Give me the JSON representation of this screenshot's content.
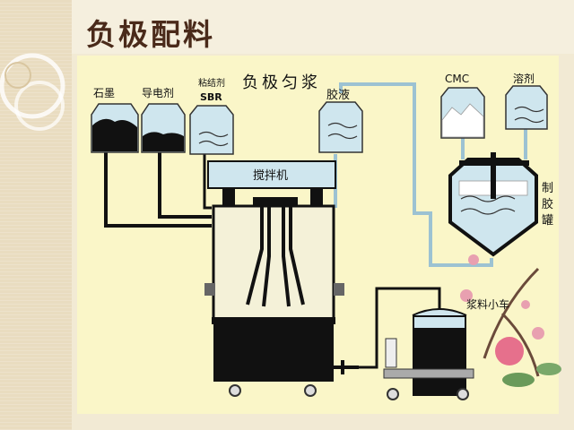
{
  "slide": {
    "title": "负极配料"
  },
  "diagram": {
    "main_title": "负极匀浆",
    "tanks": {
      "graphite": "石墨",
      "conductive_agent": "导电剂",
      "binder_top": "粘结剂",
      "binder_bottom": "SBR",
      "glue": "胶液",
      "cmc": "CMC",
      "solvent": "溶剂"
    },
    "mixer_label": "搅拌机",
    "glue_tank_label": [
      "制",
      "胶",
      "罐"
    ],
    "slurry_cart_label": "浆料小车"
  },
  "colors": {
    "panel_bg": "#faf6c8",
    "tank_fill": "#cfe6ee",
    "pipe": "#111111",
    "water_pipe": "#8fb8c8",
    "title_text": "#4a2a1a"
  }
}
